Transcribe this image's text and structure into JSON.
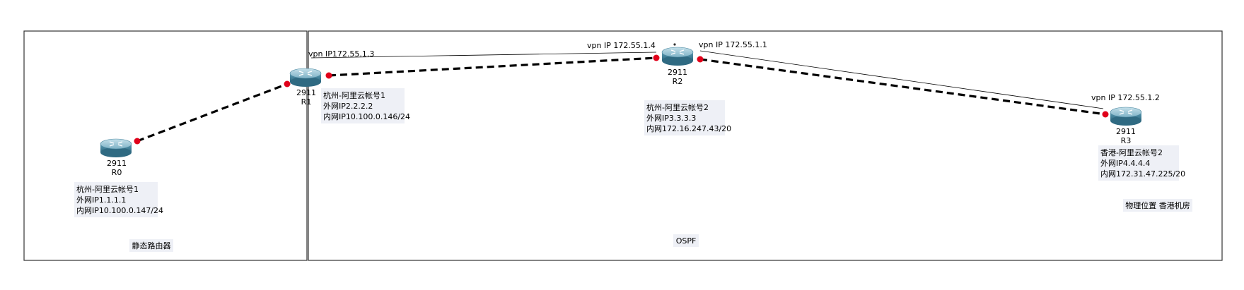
{
  "areas": {
    "left_label": "静态路由器",
    "right_label": "OSPF",
    "location_label": "物理位置 香港机房"
  },
  "routers": {
    "r0": {
      "model": "2911",
      "name": "R0"
    },
    "r1": {
      "model": "2911",
      "name": "R1"
    },
    "r2": {
      "model": "2911",
      "name": "R2"
    },
    "r3": {
      "model": "2911",
      "name": "R3"
    }
  },
  "notes": {
    "r0": {
      "line1": "杭州-阿里云帐号1",
      "line2": "外网IP1.1.1.1",
      "line3": "内网IP10.100.0.147/24"
    },
    "r1": {
      "line1": "杭州-阿里云帐号1",
      "line2": "外网IP2.2.2.2",
      "line3": "内网IP10.100.0.146/24"
    },
    "r2": {
      "line1": "杭州-阿里云帐号2",
      "line2": "外网IP3.3.3.3",
      "line3": "内网172.16.247.43/20"
    },
    "r3": {
      "line1": "香港-阿里云帐号2",
      "line2": "外网IP4.4.4.4",
      "line3": "内网172.31.47.225/20"
    }
  },
  "vpn_labels": {
    "r1": "vpn IP172.55.1.3",
    "r2_left": "vpn IP 172.55.1.4",
    "r2_right": "vpn IP 172.55.1.1",
    "r3": "vpn IP 172.55.1.2"
  },
  "colors": {
    "port": "#e0001a",
    "router_body": "#3f7f96",
    "router_top": "#9cc6d6",
    "note_background": "#eef0f6"
  }
}
